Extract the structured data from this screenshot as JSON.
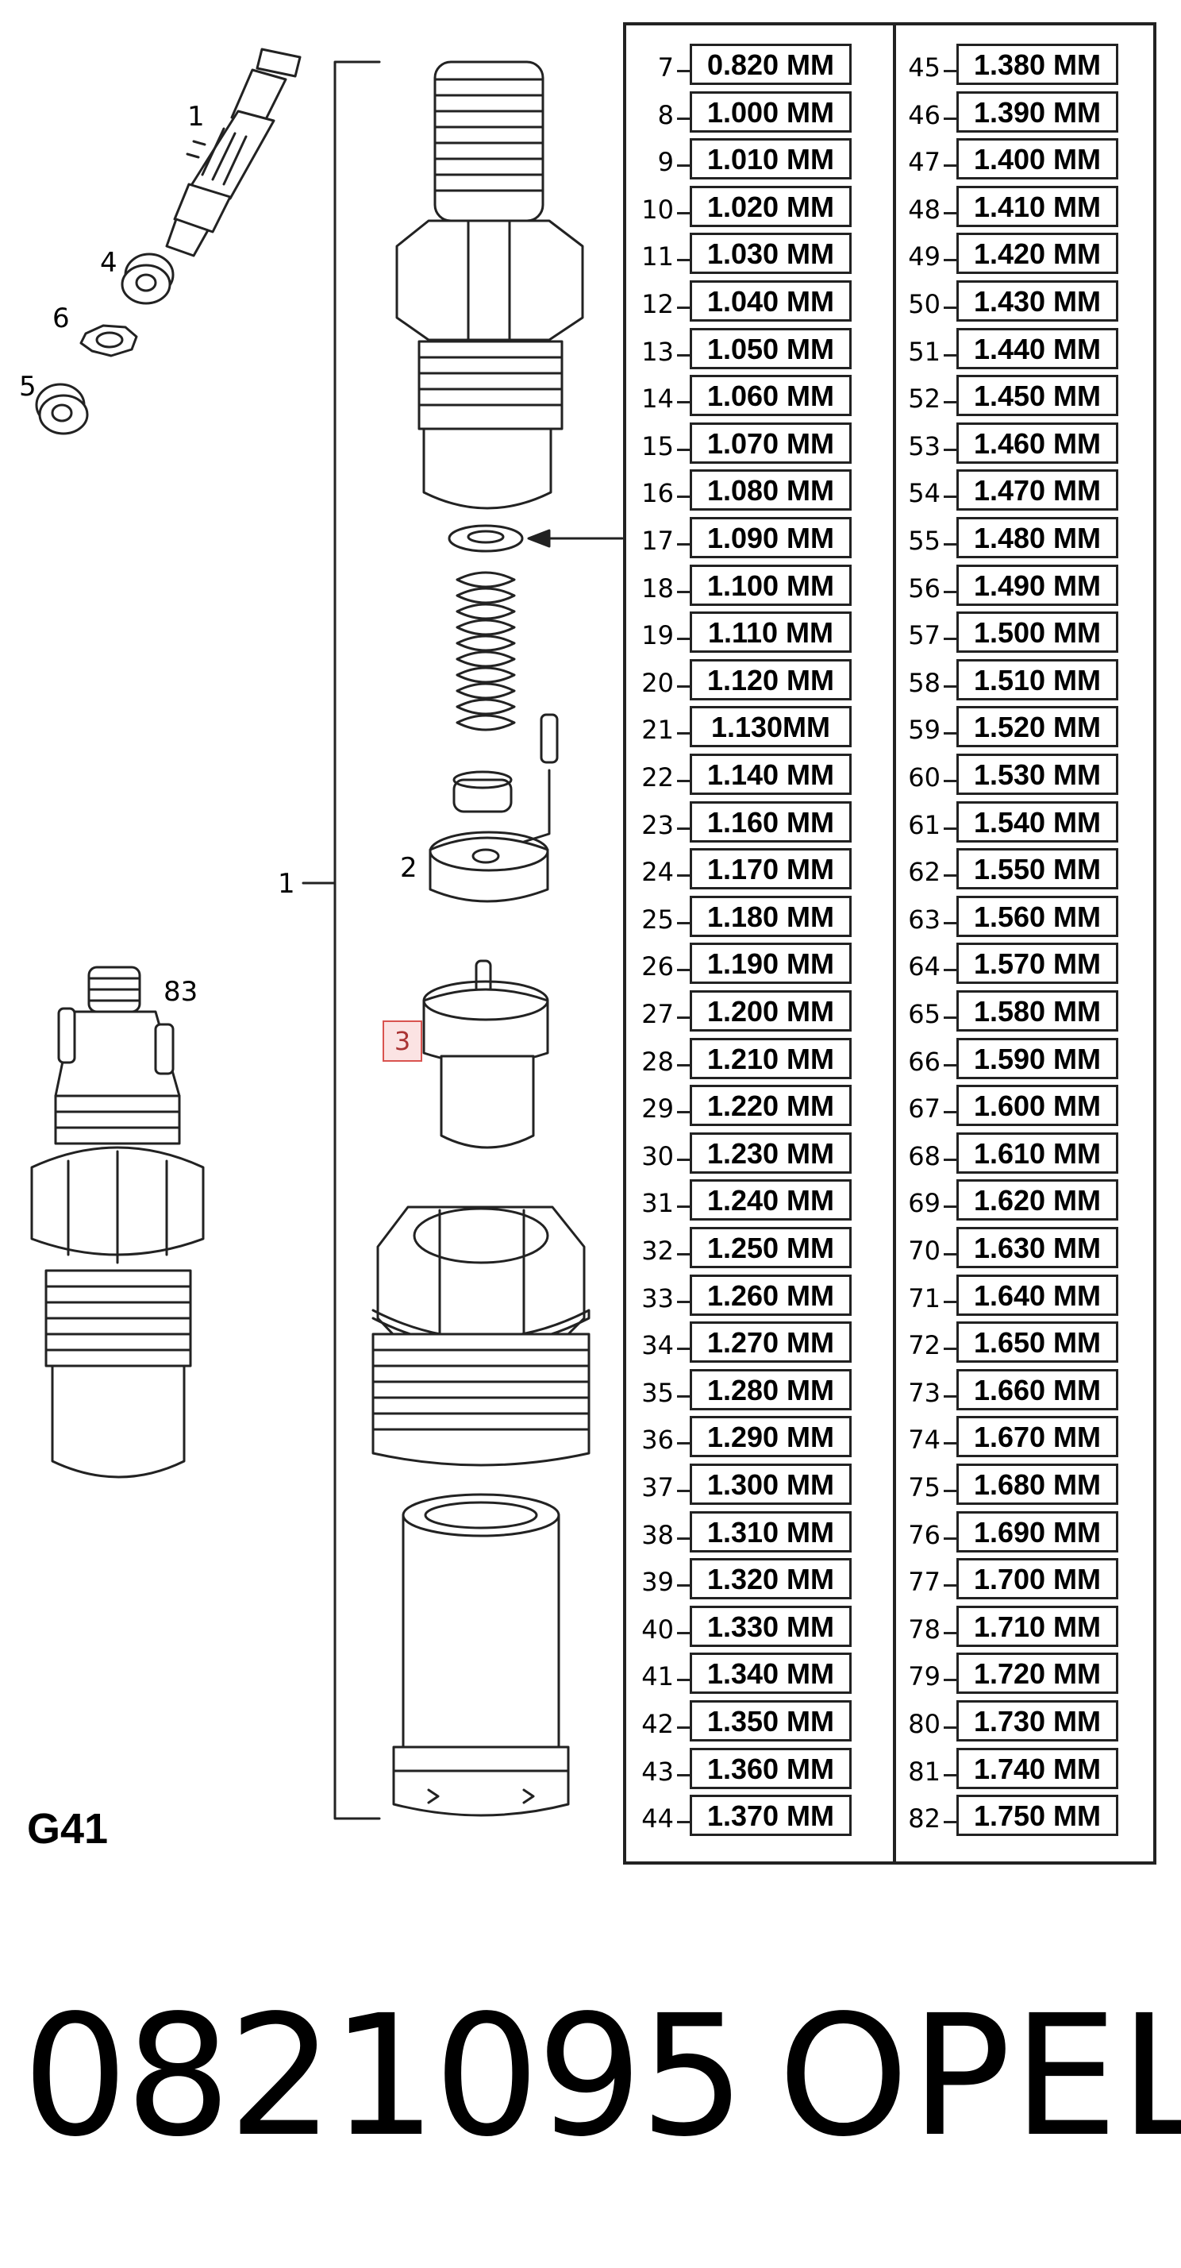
{
  "diagram": {
    "part_labels": {
      "p1_top": "1",
      "p4": "4",
      "p6": "6",
      "p5": "5",
      "p83": "83",
      "p1_bracket": "1",
      "p2": "2",
      "p3": "3"
    },
    "code": "G41",
    "footer": {
      "part_number": "0821095",
      "brand": "OPEL"
    }
  },
  "shim_table": {
    "left_column": [
      {
        "ref": "7",
        "size": "0.820 MM"
      },
      {
        "ref": "8",
        "size": "1.000 MM"
      },
      {
        "ref": "9",
        "size": "1.010 MM"
      },
      {
        "ref": "10",
        "size": "1.020 MM"
      },
      {
        "ref": "11",
        "size": "1.030 MM"
      },
      {
        "ref": "12",
        "size": "1.040 MM"
      },
      {
        "ref": "13",
        "size": "1.050 MM"
      },
      {
        "ref": "14",
        "size": "1.060 MM"
      },
      {
        "ref": "15",
        "size": "1.070 MM"
      },
      {
        "ref": "16",
        "size": "1.080 MM"
      },
      {
        "ref": "17",
        "size": "1.090 MM"
      },
      {
        "ref": "18",
        "size": "1.100 MM"
      },
      {
        "ref": "19",
        "size": "1.110 MM"
      },
      {
        "ref": "20",
        "size": "1.120 MM"
      },
      {
        "ref": "21",
        "size": "1.130MM"
      },
      {
        "ref": "22",
        "size": "1.140 MM"
      },
      {
        "ref": "23",
        "size": "1.160 MM"
      },
      {
        "ref": "24",
        "size": "1.170 MM"
      },
      {
        "ref": "25",
        "size": "1.180 MM"
      },
      {
        "ref": "26",
        "size": "1.190 MM"
      },
      {
        "ref": "27",
        "size": "1.200 MM"
      },
      {
        "ref": "28",
        "size": "1.210 MM"
      },
      {
        "ref": "29",
        "size": "1.220 MM"
      },
      {
        "ref": "30",
        "size": "1.230 MM"
      },
      {
        "ref": "31",
        "size": "1.240 MM"
      },
      {
        "ref": "32",
        "size": "1.250 MM"
      },
      {
        "ref": "33",
        "size": "1.260 MM"
      },
      {
        "ref": "34",
        "size": "1.270 MM"
      },
      {
        "ref": "35",
        "size": "1.280 MM"
      },
      {
        "ref": "36",
        "size": "1.290 MM"
      },
      {
        "ref": "37",
        "size": "1.300 MM"
      },
      {
        "ref": "38",
        "size": "1.310 MM"
      },
      {
        "ref": "39",
        "size": "1.320 MM"
      },
      {
        "ref": "40",
        "size": "1.330 MM"
      },
      {
        "ref": "41",
        "size": "1.340 MM"
      },
      {
        "ref": "42",
        "size": "1.350 MM"
      },
      {
        "ref": "43",
        "size": "1.360 MM"
      },
      {
        "ref": "44",
        "size": "1.370 MM"
      }
    ],
    "right_column": [
      {
        "ref": "45",
        "size": "1.380 MM"
      },
      {
        "ref": "46",
        "size": "1.390 MM"
      },
      {
        "ref": "47",
        "size": "1.400 MM"
      },
      {
        "ref": "48",
        "size": "1.410 MM"
      },
      {
        "ref": "49",
        "size": "1.420 MM"
      },
      {
        "ref": "50",
        "size": "1.430 MM"
      },
      {
        "ref": "51",
        "size": "1.440 MM"
      },
      {
        "ref": "52",
        "size": "1.450 MM"
      },
      {
        "ref": "53",
        "size": "1.460 MM"
      },
      {
        "ref": "54",
        "size": "1.470 MM"
      },
      {
        "ref": "55",
        "size": "1.480 MM"
      },
      {
        "ref": "56",
        "size": "1.490 MM"
      },
      {
        "ref": "57",
        "size": "1.500 MM"
      },
      {
        "ref": "58",
        "size": "1.510 MM"
      },
      {
        "ref": "59",
        "size": "1.520 MM"
      },
      {
        "ref": "60",
        "size": "1.530 MM"
      },
      {
        "ref": "61",
        "size": "1.540 MM"
      },
      {
        "ref": "62",
        "size": "1.550 MM"
      },
      {
        "ref": "63",
        "size": "1.560 MM"
      },
      {
        "ref": "64",
        "size": "1.570 MM"
      },
      {
        "ref": "65",
        "size": "1.580 MM"
      },
      {
        "ref": "66",
        "size": "1.590 MM"
      },
      {
        "ref": "67",
        "size": "1.600 MM"
      },
      {
        "ref": "68",
        "size": "1.610 MM"
      },
      {
        "ref": "69",
        "size": "1.620 MM"
      },
      {
        "ref": "70",
        "size": "1.630 MM"
      },
      {
        "ref": "71",
        "size": "1.640 MM"
      },
      {
        "ref": "72",
        "size": "1.650 MM"
      },
      {
        "ref": "73",
        "size": "1.660 MM"
      },
      {
        "ref": "74",
        "size": "1.670 MM"
      },
      {
        "ref": "75",
        "size": "1.680 MM"
      },
      {
        "ref": "76",
        "size": "1.690 MM"
      },
      {
        "ref": "77",
        "size": "1.700 MM"
      },
      {
        "ref": "78",
        "size": "1.710 MM"
      },
      {
        "ref": "79",
        "size": "1.720 MM"
      },
      {
        "ref": "80",
        "size": "1.730 MM"
      },
      {
        "ref": "81",
        "size": "1.740 MM"
      },
      {
        "ref": "82",
        "size": "1.750 MM"
      }
    ]
  },
  "colors": {
    "line": "#222222",
    "highlight_border": "#d9534f",
    "highlight_fill": "#fbe3e3"
  }
}
